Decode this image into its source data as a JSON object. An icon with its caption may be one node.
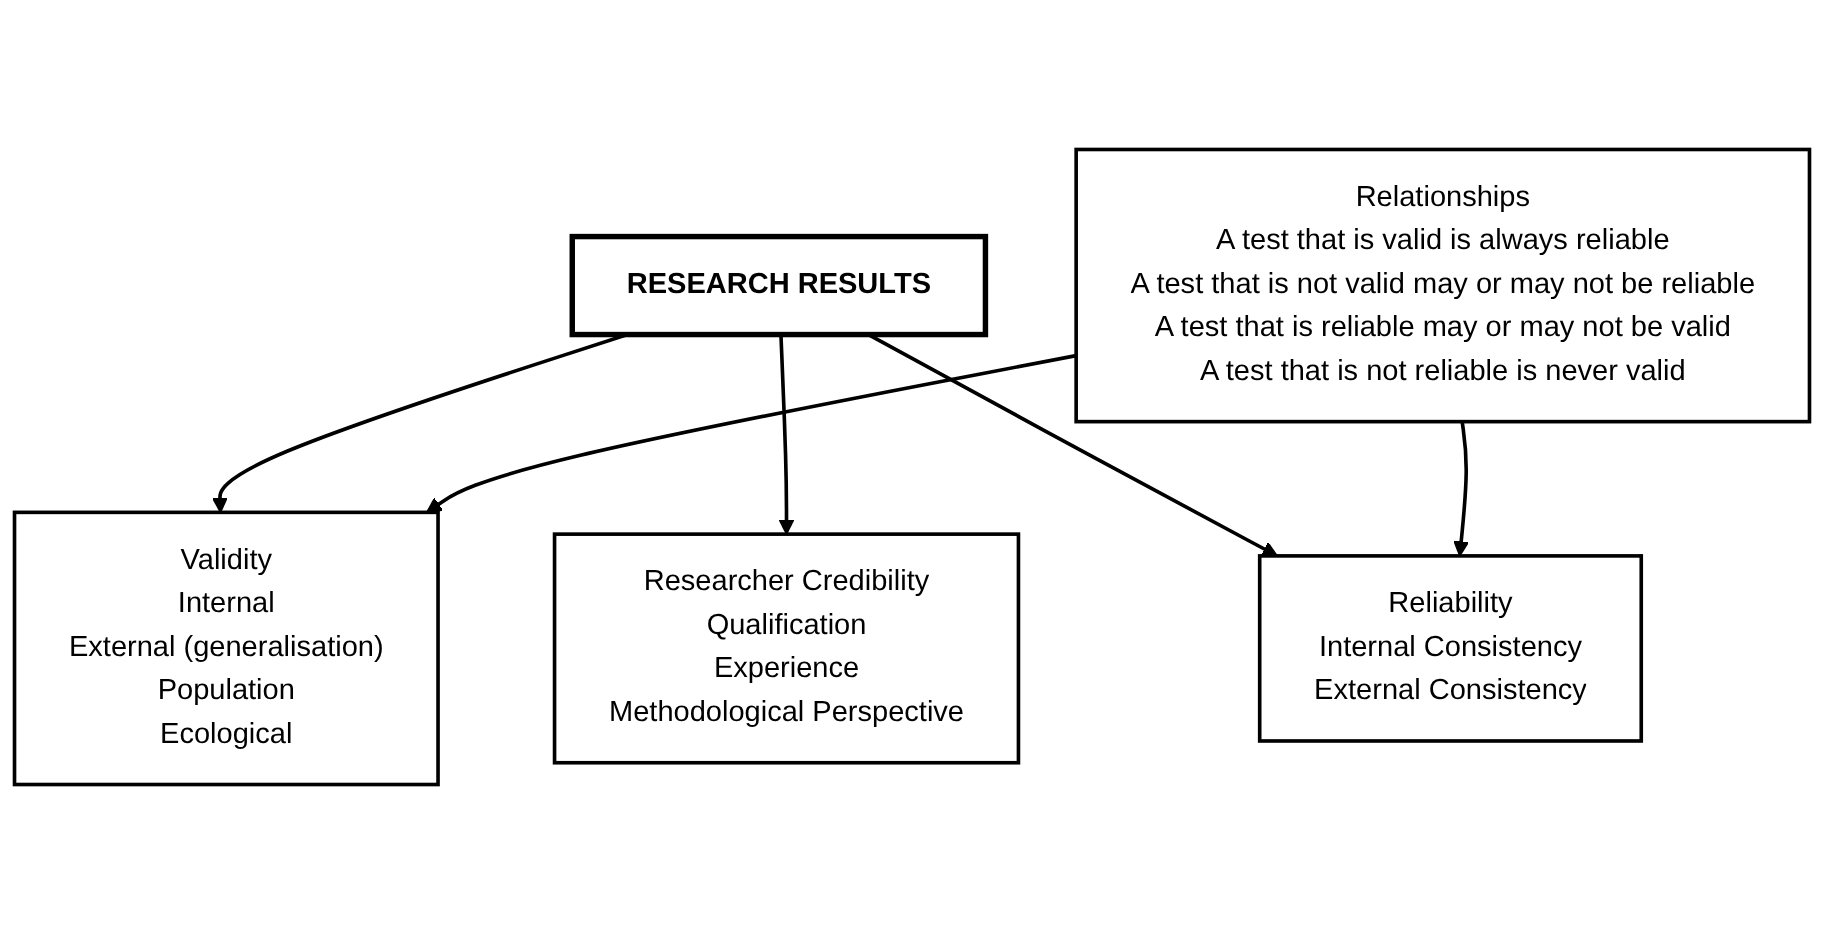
{
  "diagram": {
    "nodes": [
      {
        "text": [
          "RESEARCH RESULTS"
        ]
      },
      {
        "text": [
          "Validity",
          "Internal",
          "External (generalisation)",
          "Population",
          "Ecological"
        ]
      },
      {
        "text": [
          "Researcher Credibility",
          "Qualification",
          "Experience",
          "Methodological Perspective"
        ]
      },
      {
        "text": [
          "Reliability",
          "Internal Consistency",
          "External Consistency"
        ]
      },
      {
        "text": [
          "Relationships",
          "A test that is valid is always reliable",
          "A test that is not valid may or may not be reliable",
          "A test that is reliable may or may not be valid",
          "A test that is not reliable is never valid"
        ]
      }
    ],
    "edges": [
      {
        "from": 0,
        "to": 1,
        "arrow": "to"
      },
      {
        "from": 0,
        "to": 2,
        "arrow": "to"
      },
      {
        "from": 0,
        "to": 3,
        "arrow": "to"
      },
      {
        "from": 4,
        "to": 1,
        "arrow": "to"
      },
      {
        "from": 4,
        "to": 3,
        "arrow": "to"
      }
    ]
  }
}
